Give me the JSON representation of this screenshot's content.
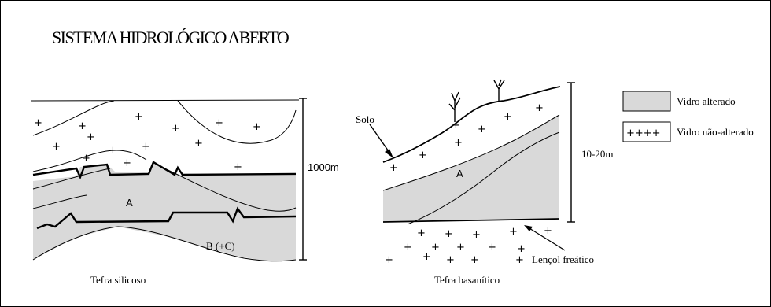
{
  "title": "SISTEMA HIDROLÓGICO ABERTO",
  "left_section": {
    "label_a": "A",
    "label_b": "B (+C)",
    "scale": "1000m",
    "caption": "Tefra silicoso"
  },
  "right_section": {
    "soil": "Solo",
    "label_a": "A",
    "scale": "10-20m",
    "water_table": "Lençol freático",
    "caption": "Tefra basanítico"
  },
  "legend": {
    "altered": "Vidro alterado",
    "unaltered_symbol": "++++",
    "unaltered": "Vidro não-alterado"
  },
  "colors": {
    "altered_fill": "#d9d9d9",
    "line": "#000000"
  }
}
